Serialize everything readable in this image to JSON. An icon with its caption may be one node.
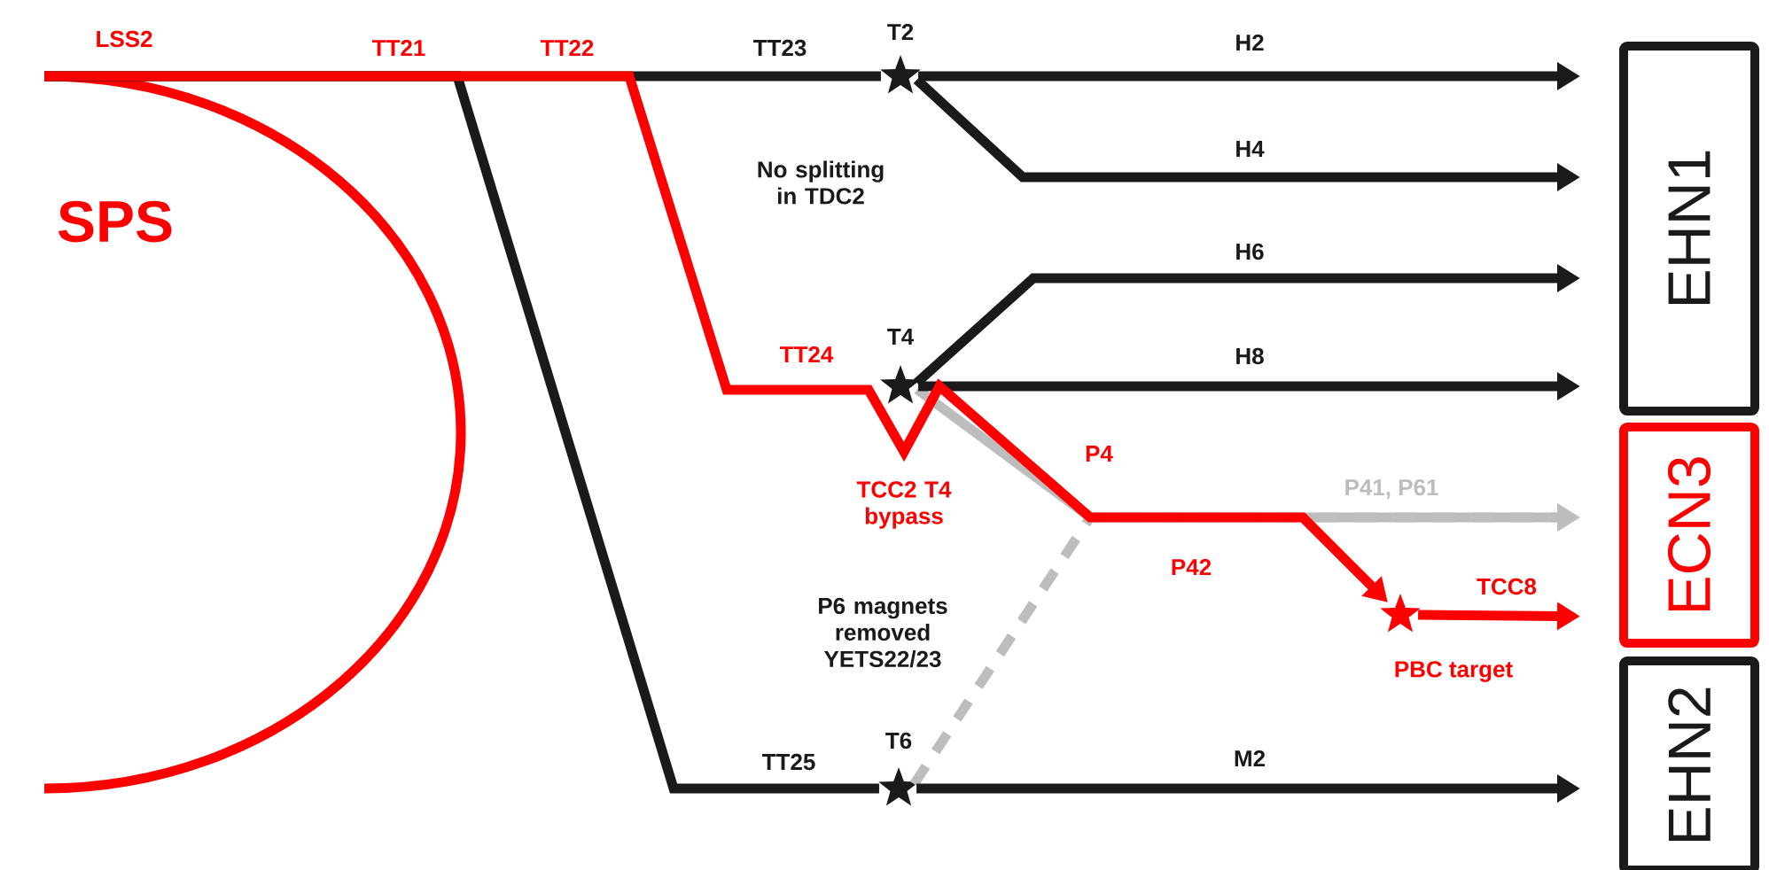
{
  "diagram": {
    "nodes": [
      {
        "text": [
          "SPS"
        ]
      },
      {
        "text": [
          "T2"
        ]
      },
      {
        "text": [
          "T4"
        ]
      },
      {
        "text": [
          "T6"
        ]
      },
      {
        "text": [
          "PBC target"
        ]
      },
      {
        "text": [
          "EHN1"
        ]
      },
      {
        "text": [
          "ECN3"
        ]
      },
      {
        "text": [
          "EHN2"
        ]
      }
    ],
    "edges": [
      {
        "from": 0,
        "to": 1,
        "arrow": "none",
        "label": "TT23"
      },
      {
        "from": 0,
        "to": 3,
        "arrow": "none",
        "label": "TT25"
      },
      {
        "from": 0,
        "to": 4,
        "arrow": "to",
        "label": "TT24",
        "color": "#ff0000"
      },
      {
        "from": 1,
        "to": 5,
        "arrow": "to",
        "label": "H2"
      },
      {
        "from": 1,
        "to": 5,
        "arrow": "to",
        "label": "H4"
      },
      {
        "from": 2,
        "to": 5,
        "arrow": "to",
        "label": "H6"
      },
      {
        "from": 2,
        "to": 5,
        "arrow": "to",
        "label": "H8"
      },
      {
        "from": 2,
        "to": 6,
        "arrow": "to",
        "label": "P41, P61",
        "color": "#bdbdbd"
      },
      {
        "from": 3,
        "to": 6,
        "arrow": "to",
        "style": "dashed",
        "color": "#bdbdbd"
      },
      {
        "from": 3,
        "to": 7,
        "arrow": "to",
        "label": "M2"
      },
      {
        "from": 4,
        "to": 6,
        "arrow": "to",
        "label": "TCC8",
        "color": "#ff0000"
      }
    ],
    "labels": [
      "LSS2",
      "TT21",
      "TT22",
      "No splitting in TDC2",
      "TCC2 T4 bypass",
      "P4",
      "P42",
      "P6 magnets removed YETS22/23"
    ]
  }
}
